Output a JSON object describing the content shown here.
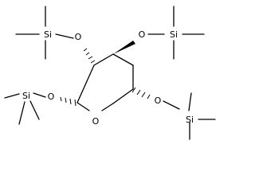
{
  "molecule": {
    "atoms": {
      "si_top_left": "Si",
      "o_top_left": "O",
      "o_top_right": "O",
      "si_top_right": "Si",
      "o_left": "O",
      "si_left": "Si",
      "o_ring": "O",
      "o_right": "O",
      "si_right": "Si"
    }
  }
}
